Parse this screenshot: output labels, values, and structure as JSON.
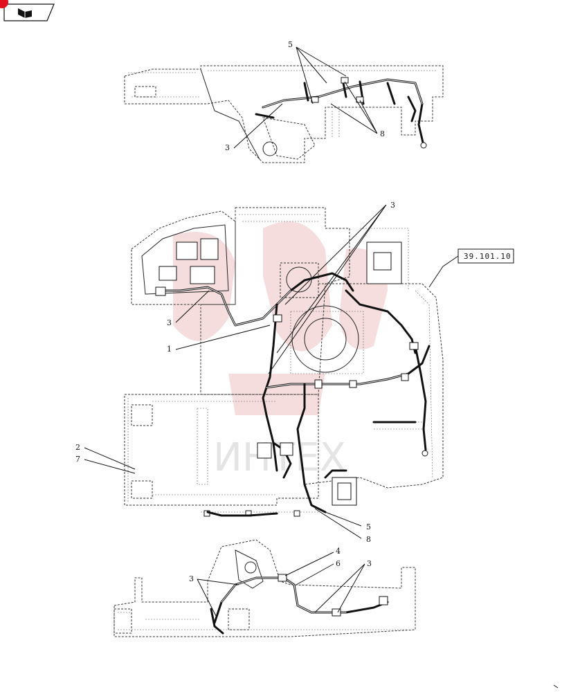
{
  "corner_icon": {
    "name": "book-open-icon",
    "accent": "#e0101e"
  },
  "reference_box": {
    "text": "39.101.10"
  },
  "watermark": {
    "text": "ИНТЕХ",
    "color": "#e8a0a0"
  },
  "callouts": {
    "top_5": "5",
    "top_8": "8",
    "top_3": "3",
    "mid_3_upper": "3",
    "mid_3_left": "3",
    "mid_1": "1",
    "mid_2": "2",
    "mid_7": "7",
    "mid_5": "5",
    "mid_8": "8",
    "bot_4": "4",
    "bot_6": "6",
    "bot_3_right": "3",
    "bot_3_left": "3"
  }
}
